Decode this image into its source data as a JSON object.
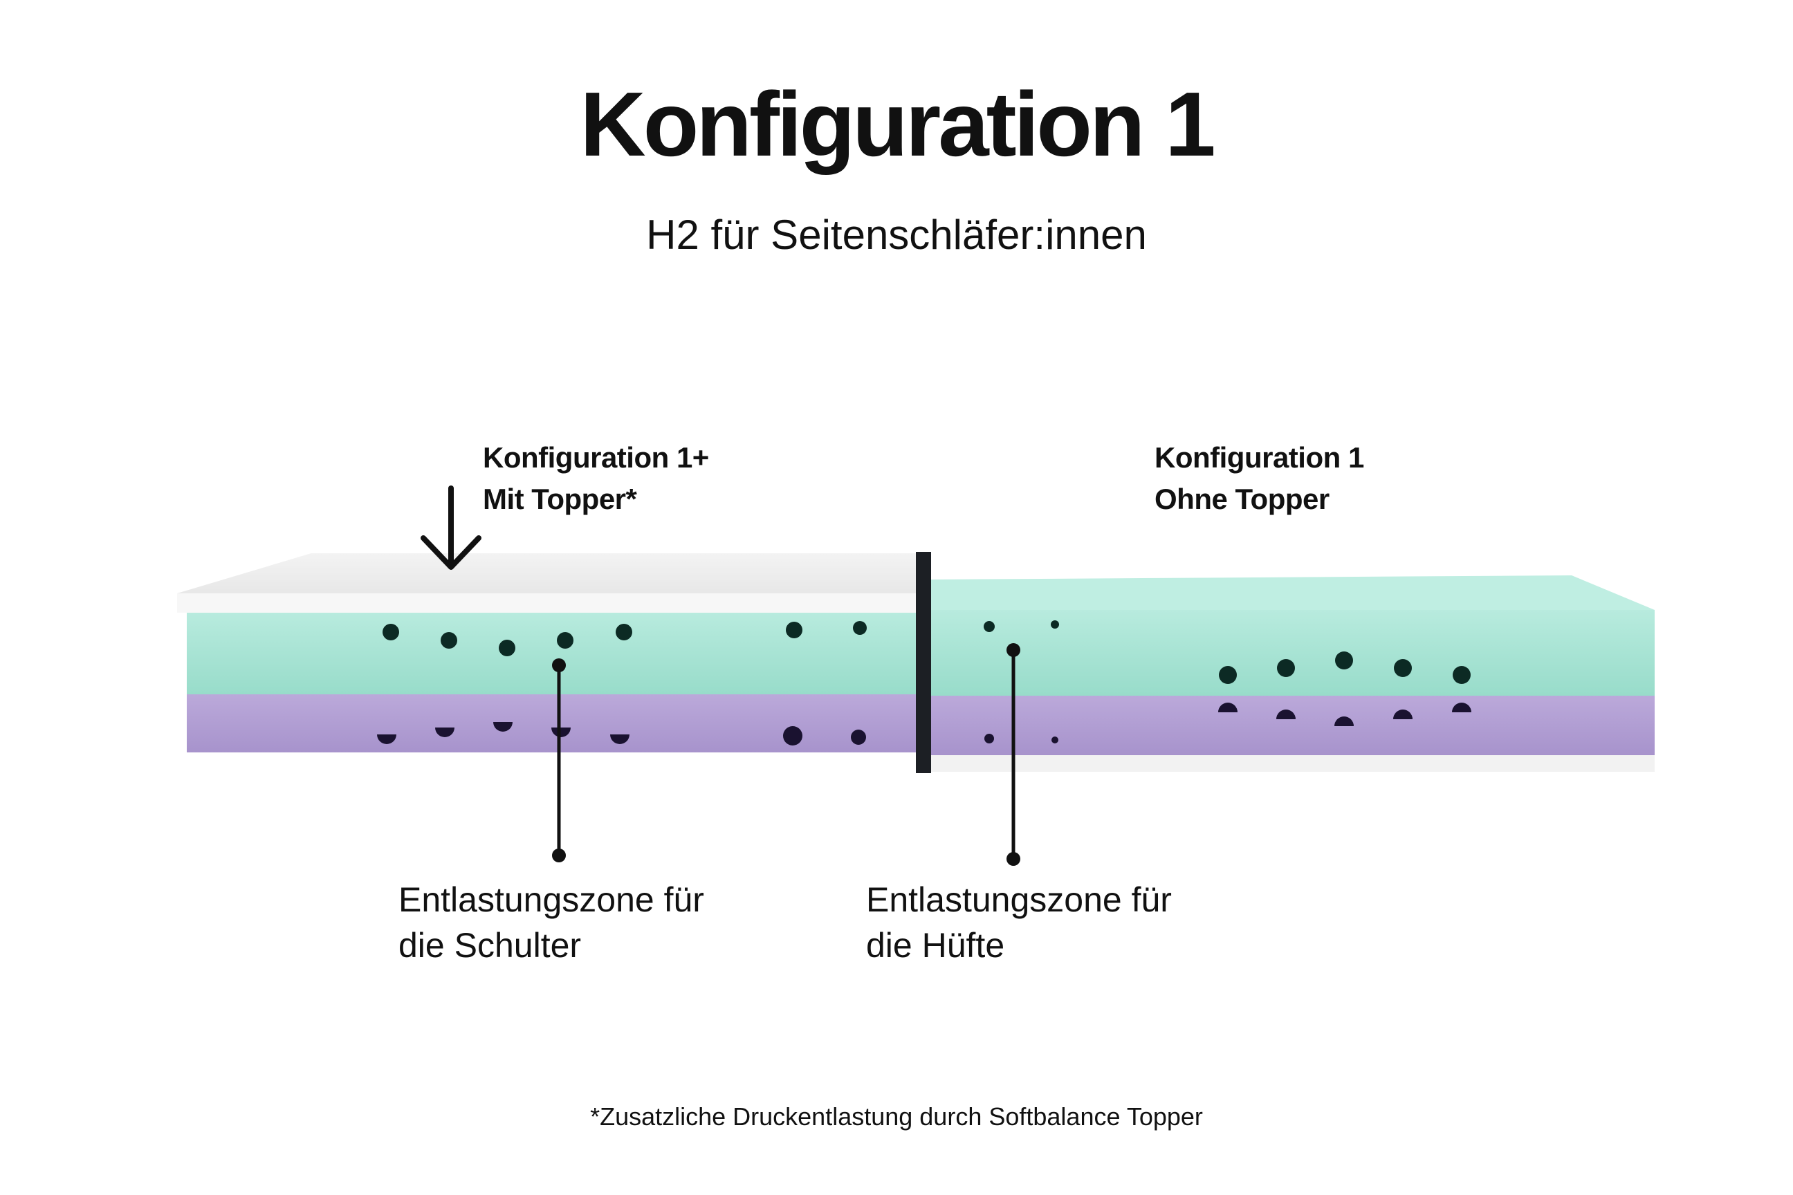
{
  "title": "Konfiguration 1",
  "subtitle": "H2 für Seitenschläfer:innen",
  "left_config": {
    "line1": "Konfiguration 1+",
    "line2": "Mit Topper*"
  },
  "right_config": {
    "line1": "Konfiguration 1",
    "line2": "Ohne Topper"
  },
  "shoulder_zone": {
    "line1": "Entlastungszone für",
    "line2": "die Schulter"
  },
  "hip_zone": {
    "line1": "Entlastungszone für",
    "line2": "die Hüfte"
  },
  "footnote": "*Zusatzliche Druckentlastung durch Softbalance Topper",
  "colors": {
    "topper": "#ececec",
    "mint_foam": "#a5e3d3",
    "lavender_foam": "#b4a2d4",
    "hole": "#0c2a24",
    "divider": "#1c1f24",
    "line": "#111111"
  }
}
